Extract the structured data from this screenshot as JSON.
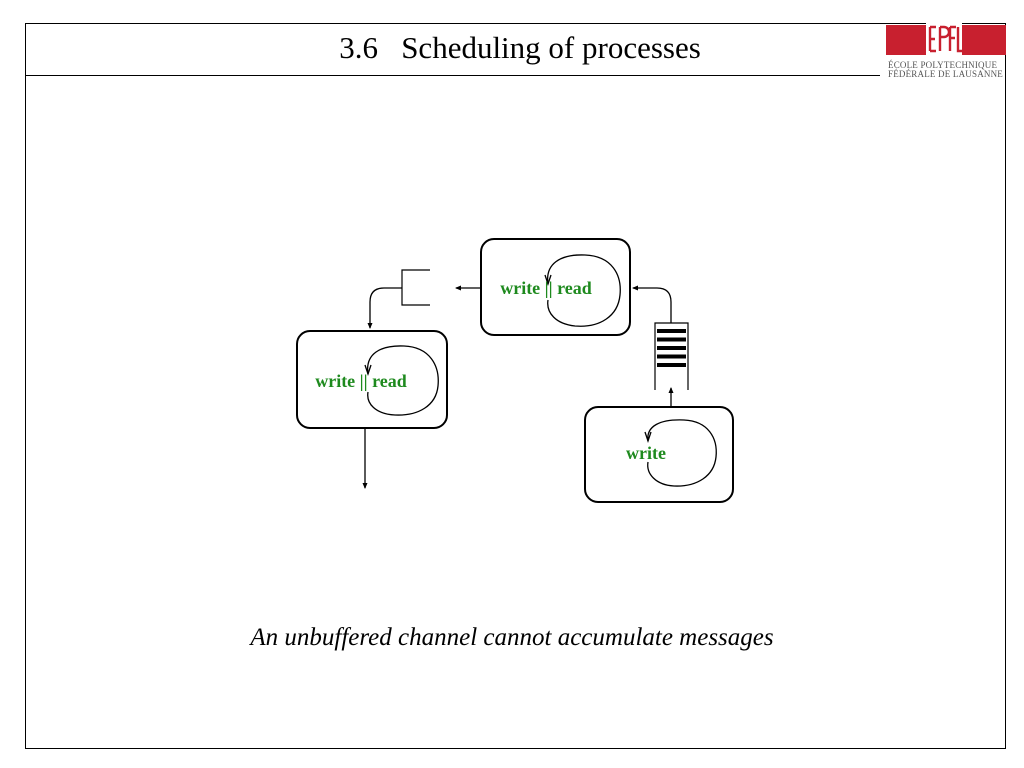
{
  "slide": {
    "title": "3.6   Scheduling of processes",
    "caption": "An unbuffered channel cannot accumulate messages"
  },
  "logo": {
    "mark_text": "EPFL",
    "line1": "ÉCOLE POLYTECHNIQUE",
    "line2": "FÉDÉRALE DE LAUSANNE",
    "brand_color": "#c8202f"
  },
  "diagram": {
    "processes": [
      {
        "id": "top",
        "label": "write || read"
      },
      {
        "id": "left",
        "label": "write || read"
      },
      {
        "id": "bottom-right",
        "label": "write"
      }
    ],
    "channels": [
      {
        "id": "unbuffered",
        "description_visible": false
      },
      {
        "id": "buffered",
        "queued_messages": 5
      }
    ],
    "label_color": "#1e8a1e"
  }
}
